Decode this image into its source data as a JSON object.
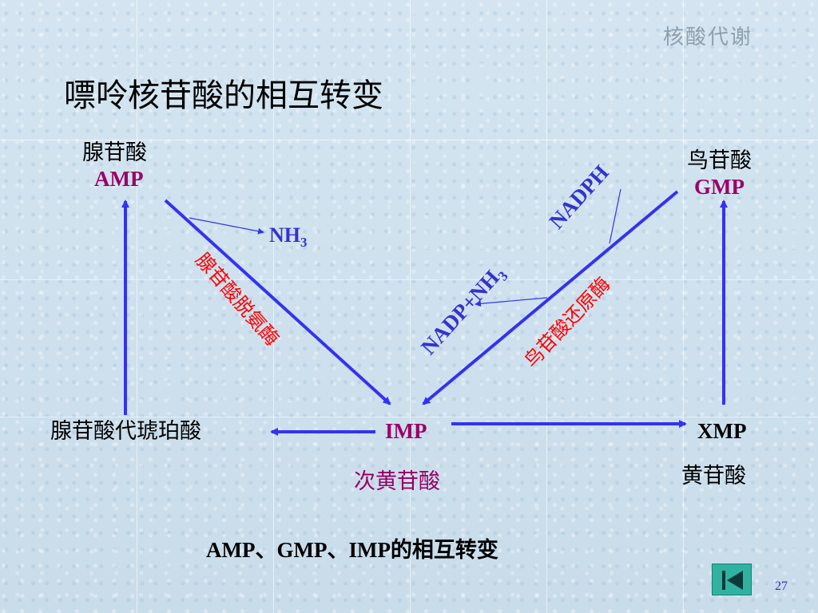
{
  "header": {
    "watermark": "核酸代谢"
  },
  "slide": {
    "title": "嘌呤核苷酸的相互转变",
    "caption": "AMP、GMP、IMP的相互转变",
    "page_number": "27"
  },
  "nodes": {
    "amp_cn": "腺苷酸",
    "amp": "AMP",
    "gmp_cn": "鸟苷酸",
    "gmp": "GMP",
    "adenylosuccinate": "腺苷酸代琥珀酸",
    "imp": "IMP",
    "imp_cn": "次黄苷酸",
    "xmp": "XMP",
    "xmp_cn": "黄苷酸"
  },
  "labels": {
    "nh3_base": "NH",
    "nh3_sub": "3",
    "amp_deaminase": "腺苷酸脱氨酶",
    "nadph": "NADPH",
    "nadp_nh3_base": "NADP+NH",
    "nadp_nh3_sub": "3",
    "gmp_reductase": "鸟苷酸还原酶"
  },
  "colors": {
    "arrow": "#3333ee",
    "enzyme_label": "#ff0000",
    "cofactor_label": "#3333cc",
    "compound_label": "#990066"
  },
  "icons": {
    "nav_button": "back-to-start-icon"
  }
}
